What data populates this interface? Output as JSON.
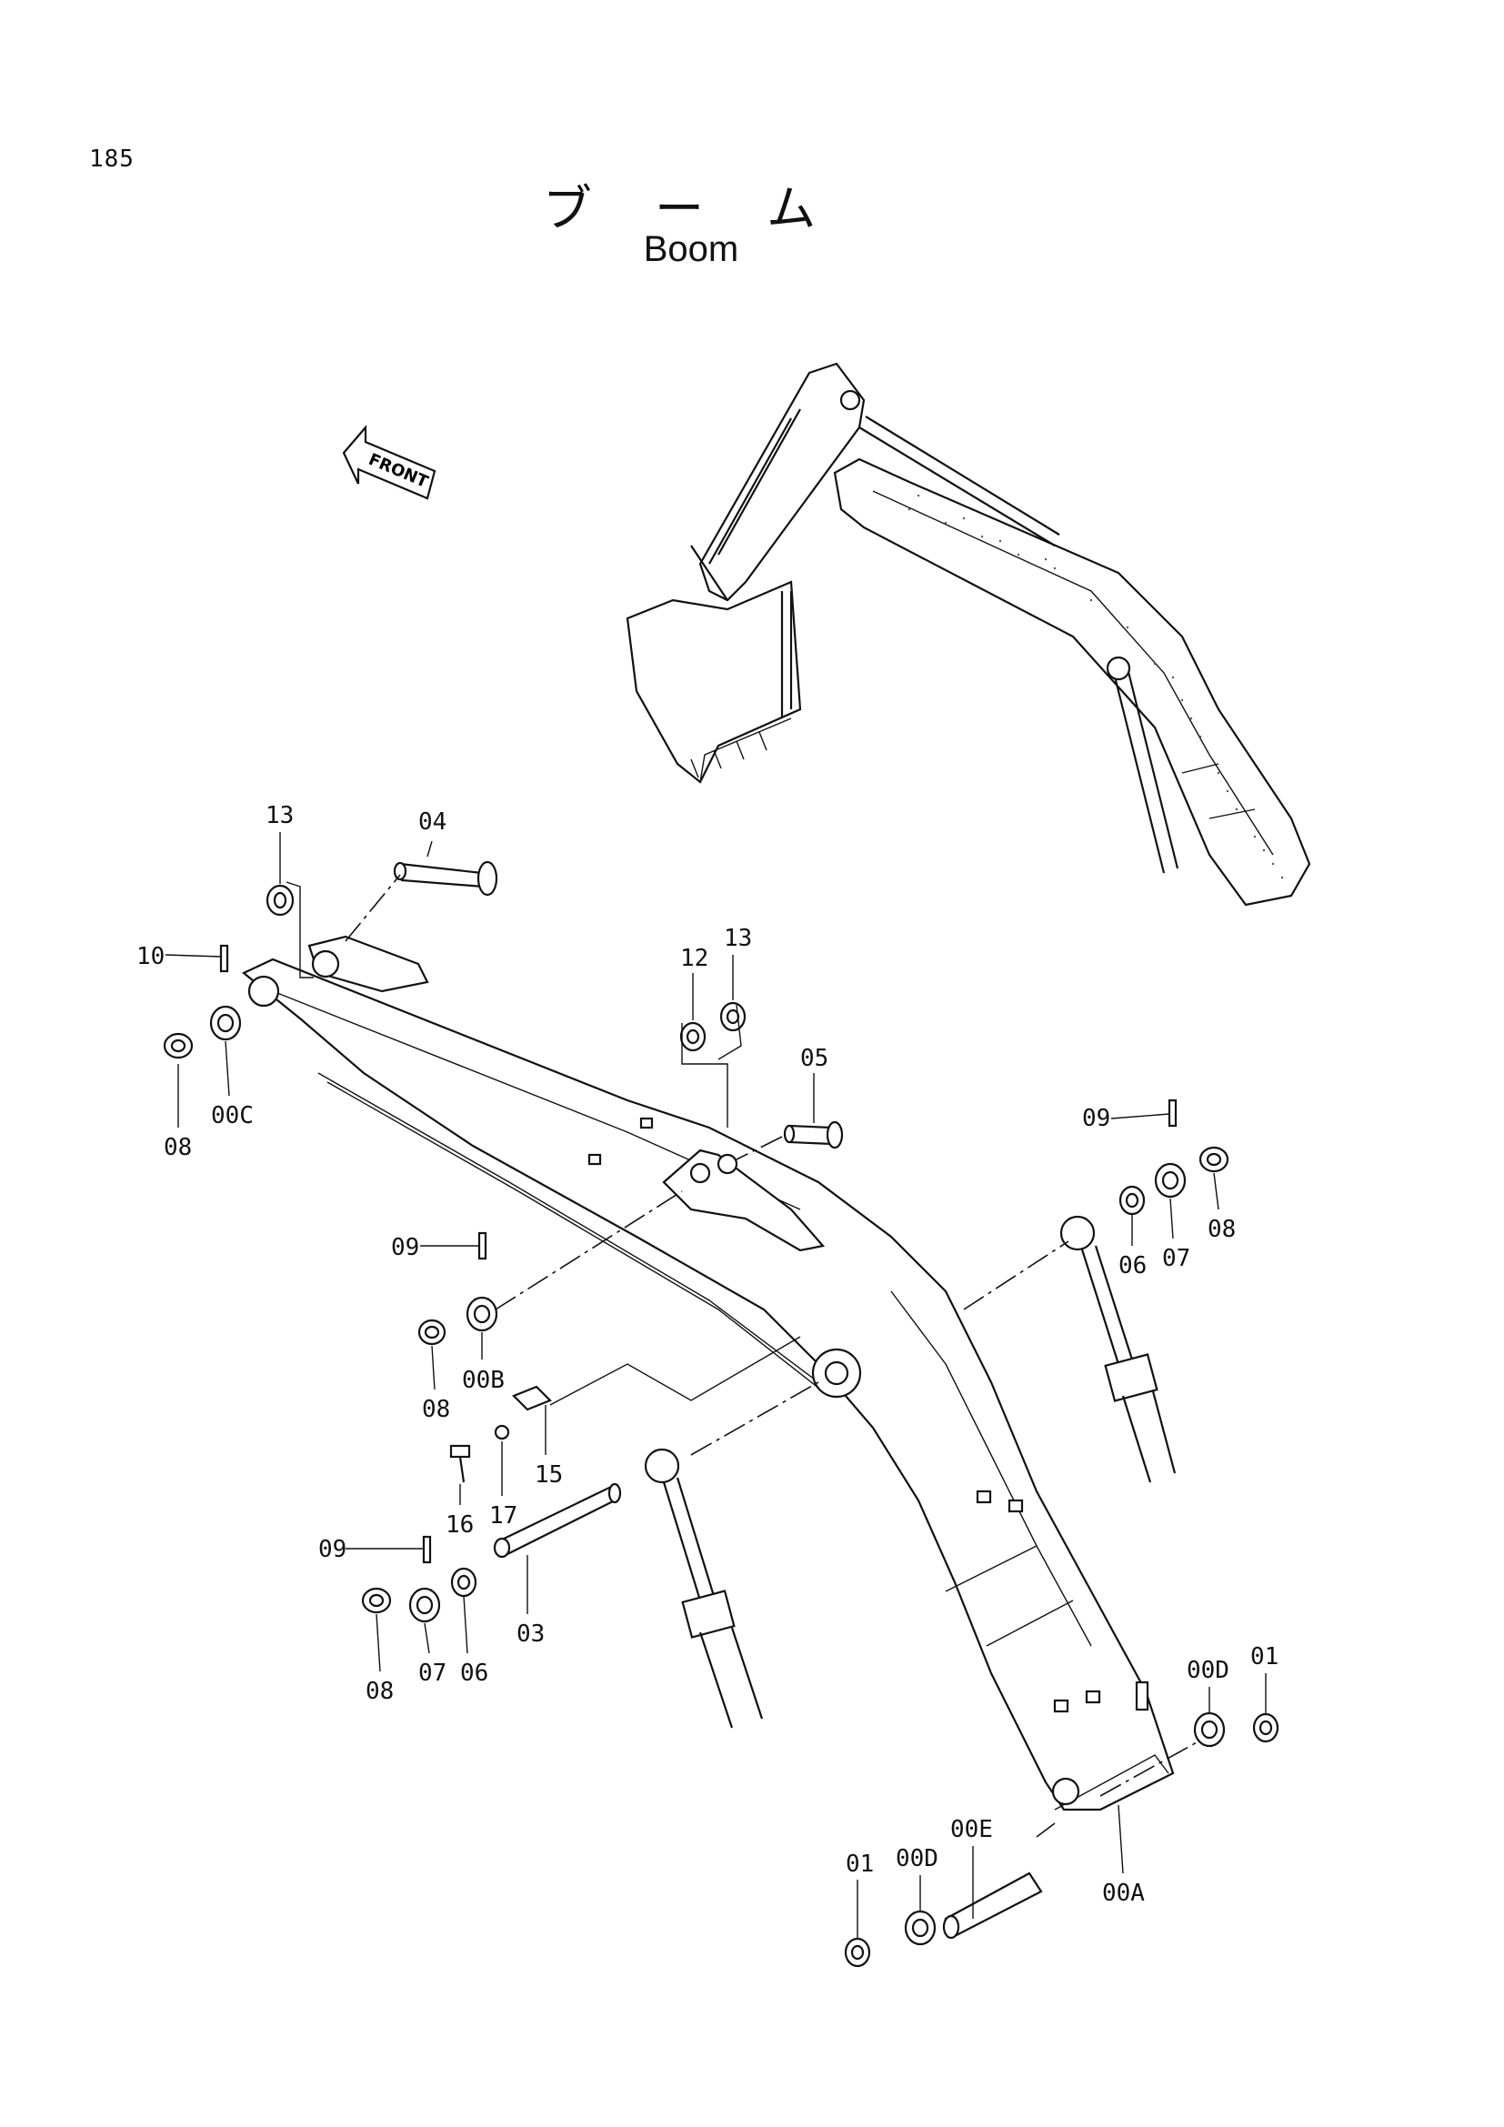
{
  "page": {
    "number": "185"
  },
  "title": {
    "japanese": "ブ ー ム",
    "english": "Boom"
  },
  "front_arrow": {
    "label": "FRONT"
  },
  "callouts": [
    {
      "id": "c13a",
      "label": "13"
    },
    {
      "id": "c04",
      "label": "04"
    },
    {
      "id": "c10",
      "label": "10"
    },
    {
      "id": "c08a",
      "label": "08"
    },
    {
      "id": "c00C",
      "label": "00C"
    },
    {
      "id": "c12",
      "label": "12"
    },
    {
      "id": "c13b",
      "label": "13"
    },
    {
      "id": "c05",
      "label": "05"
    },
    {
      "id": "c09a",
      "label": "09"
    },
    {
      "id": "c06a",
      "label": "06"
    },
    {
      "id": "c07a",
      "label": "07"
    },
    {
      "id": "c08b",
      "label": "08"
    },
    {
      "id": "c09b",
      "label": "09"
    },
    {
      "id": "c08c",
      "label": "08"
    },
    {
      "id": "c00B",
      "label": "00B"
    },
    {
      "id": "c16",
      "label": "16"
    },
    {
      "id": "c17",
      "label": "17"
    },
    {
      "id": "c15",
      "label": "15"
    },
    {
      "id": "c09c",
      "label": "09"
    },
    {
      "id": "c08d",
      "label": "08"
    },
    {
      "id": "c07b",
      "label": "07"
    },
    {
      "id": "c06b",
      "label": "06"
    },
    {
      "id": "c03",
      "label": "03"
    },
    {
      "id": "c01a",
      "label": "01"
    },
    {
      "id": "c00Da",
      "label": "00D"
    },
    {
      "id": "c01b",
      "label": "01"
    },
    {
      "id": "c00Db",
      "label": "00D"
    },
    {
      "id": "c00E",
      "label": "00E"
    },
    {
      "id": "c00A",
      "label": "00A"
    }
  ]
}
